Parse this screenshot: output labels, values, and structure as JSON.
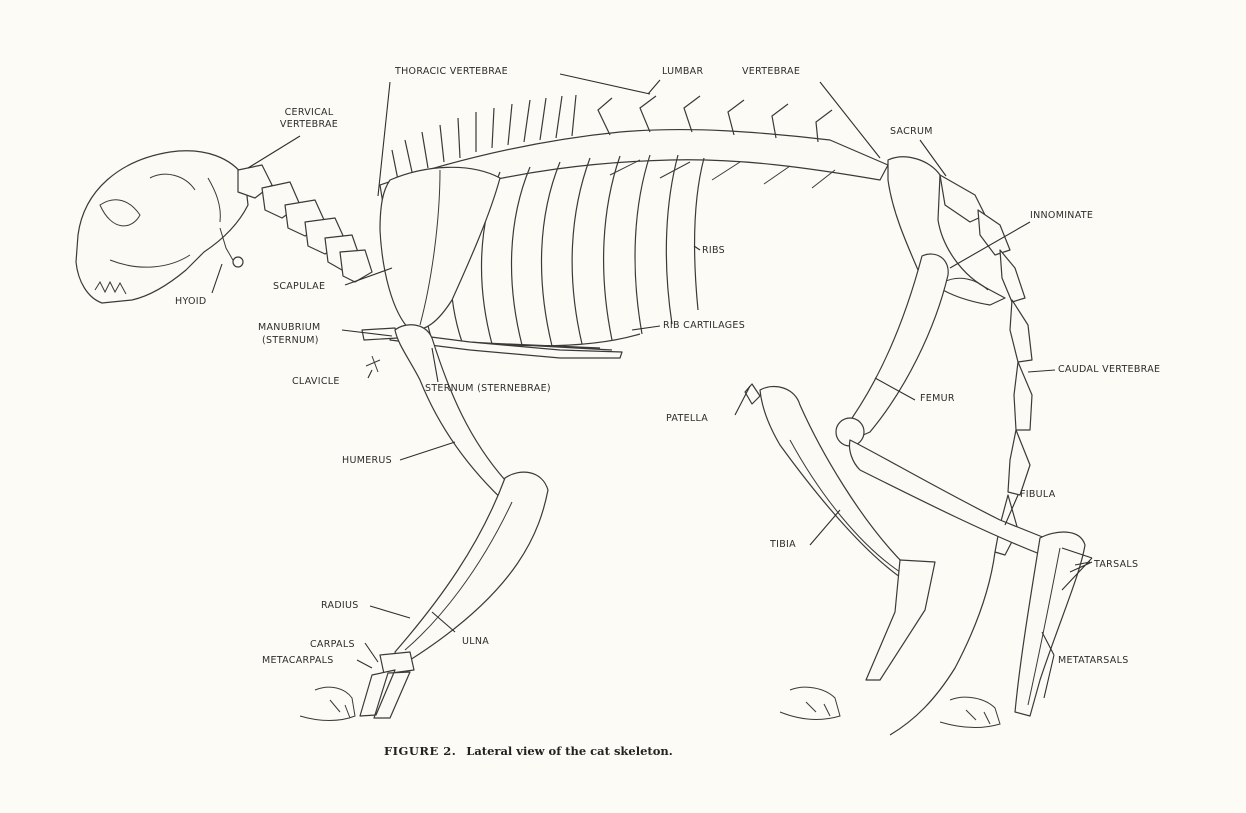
{
  "figure": {
    "caption_number": "FIGURE 2.",
    "caption_text": "Lateral view of the cat skeleton."
  },
  "labels": {
    "thoracic_vertebrae": "THORACIC VERTEBRAE",
    "lumbar": "LUMBAR",
    "vertebrae": "VERTEBRAE",
    "cervical_vertebrae": "CERVICAL VERTEBRAE",
    "sacrum": "SACRUM",
    "innominate": "INNOMINATE",
    "ribs": "RIBS",
    "scapulae": "SCAPULAE",
    "hyoid": "HYOID",
    "manubrium": "MANUBRIUM",
    "manubrium_note": "(STERNUM)",
    "rib_cartilages": "RIB CARTILAGES",
    "clavicle": "CLAVICLE",
    "sternum": "STERNUM (STERNEBRAE)",
    "caudal_vertebrae": "CAUDAL VERTEBRAE",
    "femur": "FEMUR",
    "patella": "PATELLA",
    "humerus": "HUMERUS",
    "fibula": "FIBULA",
    "tibia": "TIBIA",
    "tarsals": "TARSALS",
    "radius": "RADIUS",
    "ulna": "ULNA",
    "carpals": "CARPALS",
    "metacarpals": "METACARPALS",
    "metatarsals": "METATARSALS"
  }
}
